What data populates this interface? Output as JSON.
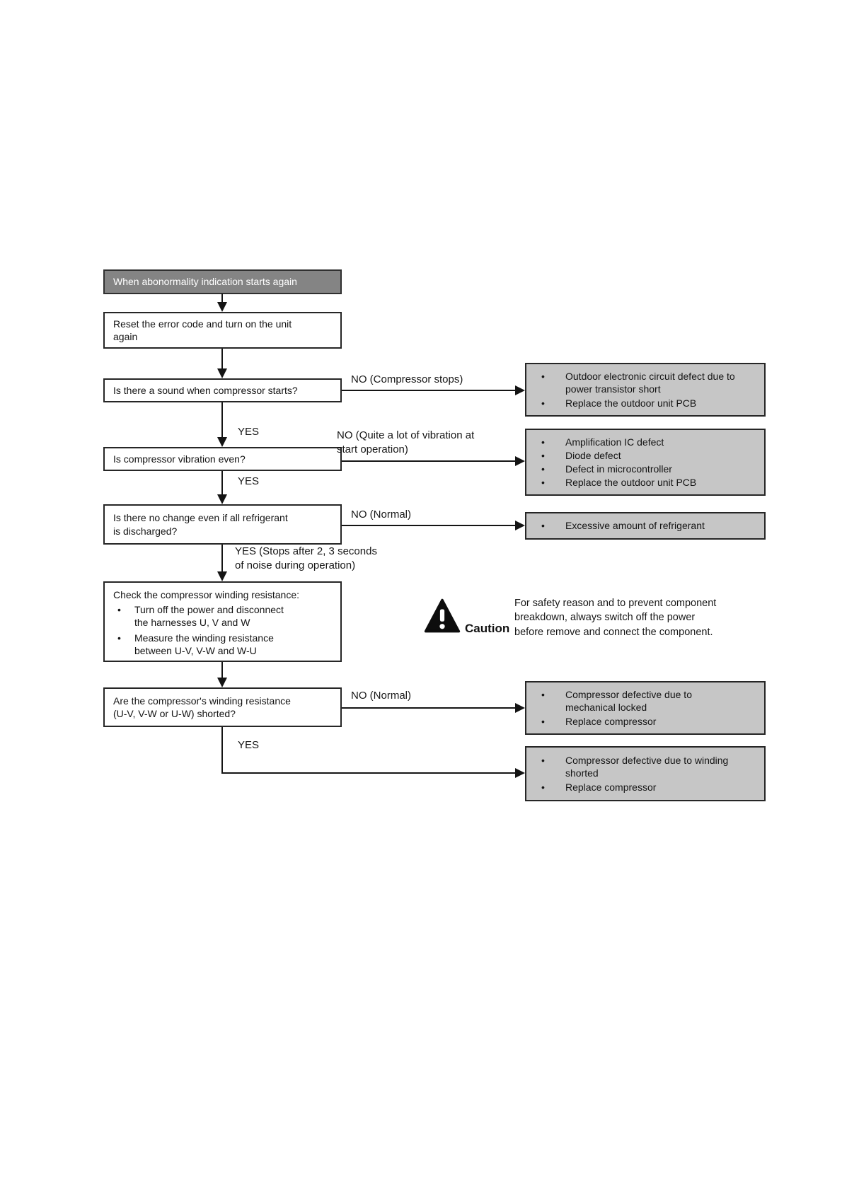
{
  "colors": {
    "start_bg": "#848484",
    "start_text": "#ffffff",
    "result_bg": "#c6c6c6",
    "box_border": "#262626",
    "line": "#141414"
  },
  "glyphs": {
    "bullet": "•"
  },
  "start": {
    "label": "When abonormality indication starts again"
  },
  "nodes": {
    "reset": {
      "label": "Reset the error code and turn on the unit\nagain"
    },
    "q_sound": {
      "label": "Is there a sound when compressor starts?"
    },
    "q_vibration": {
      "label": "Is compressor vibration even?"
    },
    "q_refrigerant": {
      "label": "Is there no change even if all refrigerant\nis discharged?"
    },
    "check_winding": {
      "title": "Check the compressor winding resistance:",
      "bullets": [
        "Turn off the power and disconnect\nthe harnesses U, V and W",
        "Measure the winding resistance\nbetween U-V, V-W and W-U"
      ]
    },
    "q_winding_short": {
      "label": "Are the compressor's winding resistance\n(U-V, V-W or U-W) shorted?"
    }
  },
  "branch_labels": {
    "no_compressor_stops": "NO (Compressor stops)",
    "yes_after_sound": "YES",
    "no_vibration": "NO (Quite a lot of vibration at\nstart operation)",
    "yes_after_vibration": "YES",
    "no_normal_refrigerant": "NO (Normal)",
    "yes_stops_noise": "YES (Stops after 2, 3 seconds\nof noise during operation)",
    "no_normal_winding": "NO (Normal)",
    "yes_after_winding": "YES"
  },
  "results": {
    "pcb_short": [
      "Outdoor electronic circuit defect due to\npower transistor short",
      "Replace the outdoor unit PCB"
    ],
    "ic_defect": [
      "Amplification IC defect",
      "Diode defect",
      "Defect in microcontroller",
      "Replace the outdoor unit PCB"
    ],
    "excess_refrigerant": [
      "Excessive amount of refrigerant"
    ],
    "mechanical_locked": [
      "Compressor defective due to\nmechanical locked",
      "Replace compressor"
    ],
    "winding_shorted": [
      "Compressor defective due to winding\nshorted",
      "Replace compressor"
    ]
  },
  "caution": {
    "label": "Caution",
    "icon": "warning-triangle-icon",
    "text": "For safety reason and to prevent component\nbreakdown, always switch off the power\nbefore remove and connect the component."
  }
}
